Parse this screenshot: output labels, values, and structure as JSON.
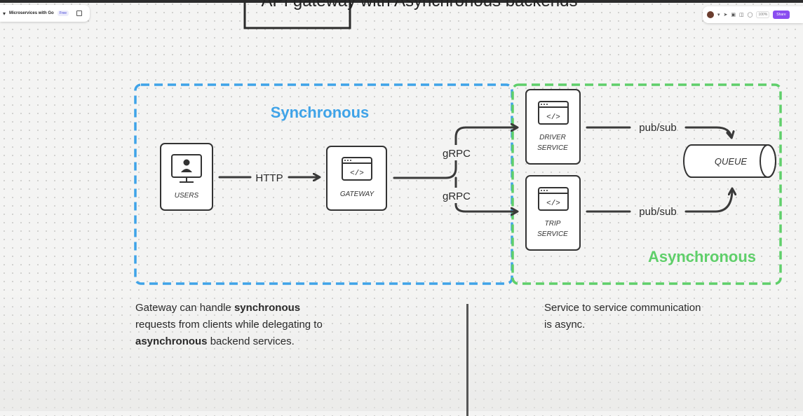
{
  "toolbar": {
    "menu_icon": "menu-icon",
    "board_title": "Microservices with Go",
    "plan_badge": "Free",
    "zoom": "100%",
    "share_label": "Share"
  },
  "diagram": {
    "title": "API gateway with Asynchronous backends",
    "sync_label": "Synchronous",
    "async_label": "Asynchronous",
    "nodes": {
      "users": "USERS",
      "gateway": "GATEWAY",
      "driver": [
        "DRIVER",
        "SERVICE"
      ],
      "trip": [
        "TRIP",
        "SERVICE"
      ],
      "queue": "QUEUE"
    },
    "edges": {
      "http": "HTTP",
      "grpc_top": "gRPC",
      "grpc_bottom": "gRPC",
      "pubsub_top": "pub/sub",
      "pubsub_bottom": "pub/sub"
    },
    "colors": {
      "sync": "#3fa3e8",
      "async": "#5fcf6a",
      "stroke": "#3a3a3a"
    }
  },
  "notes": {
    "left": {
      "l1_pre": "Gateway can handle ",
      "l1_bold": "synchronous",
      "l2": " requests from clients while delegating to",
      "l3_bold": "asynchronous",
      "l3_post": " backend services."
    },
    "right": {
      "l1": "Service to service communication",
      "l2": "is async."
    }
  }
}
